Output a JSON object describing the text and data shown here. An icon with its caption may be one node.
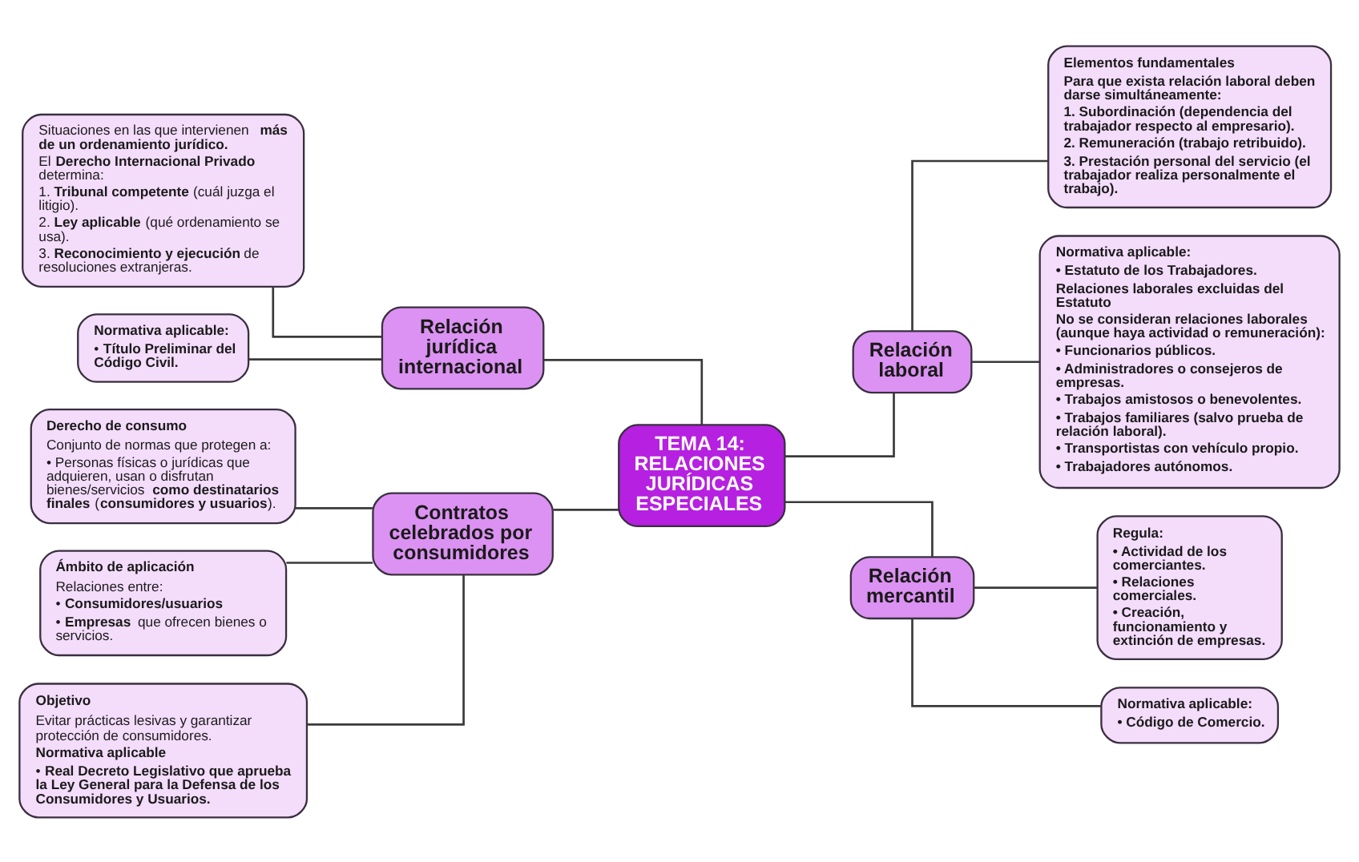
{
  "diagram": {
    "nodes": [
      {
        "text": [
          "TEMA 14: RELACIONES JURÍDICAS ESPECIALES"
        ]
      },
      {
        "text": [
          "Relación jurídica internacional"
        ]
      },
      {
        "text": [
          "Situaciones en las que intervienen **más de un ordenamiento jurídico.**",
          "El **Derecho Internacional Privado** determina:",
          "1. **Tribunal competente** (cuál juzga el litigio).",
          "2. **Ley aplicable** (qué ordenamiento se usa).",
          "3. **Reconocimiento y ejecución** de resoluciones extranjeras."
        ]
      },
      {
        "text": [
          "**Normativa aplicable:**",
          "• **Título Preliminar del Código Civil.**"
        ]
      },
      {
        "text": [
          "Contratos celebrados por consumidores"
        ]
      },
      {
        "text": [
          "**Derecho de consumo**",
          "Conjunto de normas que protegen a:",
          "• Personas físicas o jurídicas que adquieren, usan o disfrutan bienes/servicios **como destinatarios finales** (**consumidores y usuarios**)."
        ]
      },
      {
        "text": [
          "**Ámbito de aplicación**",
          "Relaciones entre:",
          "• **Consumidores/usuarios**",
          "• **Empresas** que ofrecen bienes o servicios."
        ]
      },
      {
        "text": [
          "**Objetivo**",
          "Evitar prácticas lesivas y garantizar protección de consumidores.",
          "**Normativa aplicable**",
          "• **Real Decreto Legislativo que aprueba la Ley General para la Defensa de los Consumidores y Usuarios.**"
        ]
      },
      {
        "text": [
          "Relación laboral"
        ]
      },
      {
        "text": [
          "**Elementos fundamentales**",
          "**Para que exista relación laboral deben darse simultáneamente:**",
          "**1. Subordinación (dependencia del trabajador respecto al empresario).**",
          "**2. Remuneración (trabajo retribuido).**",
          "**3. Prestación personal del servicio (el trabajador realiza personalmente el trabajo).**"
        ]
      },
      {
        "text": [
          "**Normativa aplicable:**",
          "**• Estatuto de los Trabajadores.**",
          "**Relaciones laborales excluidas del Estatuto**",
          "**No se consideran relaciones laborales (aunque haya actividad o remuneración):**",
          "**• Funcionarios públicos.**",
          "**• Administradores o consejeros de empresas.**",
          "**• Trabajos amistosos o benevolentes.**",
          "**• Trabajos familiares (salvo prueba de relación laboral).**",
          "**• Transportistas con vehículo propio.**",
          "**• Trabajadores autónomos.**"
        ]
      },
      {
        "text": [
          "Relación mercantil"
        ]
      },
      {
        "text": [
          "**Regula:**",
          "**• Actividad de los comerciantes.**",
          "**• Relaciones comerciales.**",
          "**• Creación, funcionamiento y extinción de empresas.**"
        ]
      },
      {
        "text": [
          "**Normativa aplicable:**",
          "**• Código de Comercio.**"
        ]
      }
    ],
    "edges": [
      {
        "from": 0,
        "to": 1,
        "arrow": "none"
      },
      {
        "from": 1,
        "to": 2,
        "arrow": "none"
      },
      {
        "from": 1,
        "to": 3,
        "arrow": "none"
      },
      {
        "from": 0,
        "to": 4,
        "arrow": "none"
      },
      {
        "from": 4,
        "to": 5,
        "arrow": "none"
      },
      {
        "from": 4,
        "to": 6,
        "arrow": "none"
      },
      {
        "from": 4,
        "to": 7,
        "arrow": "none"
      },
      {
        "from": 0,
        "to": 8,
        "arrow": "none"
      },
      {
        "from": 8,
        "to": 9,
        "arrow": "none"
      },
      {
        "from": 8,
        "to": 10,
        "arrow": "none"
      },
      {
        "from": 0,
        "to": 11,
        "arrow": "none"
      },
      {
        "from": 11,
        "to": 12,
        "arrow": "none"
      },
      {
        "from": 11,
        "to": 13,
        "arrow": "none"
      }
    ]
  }
}
